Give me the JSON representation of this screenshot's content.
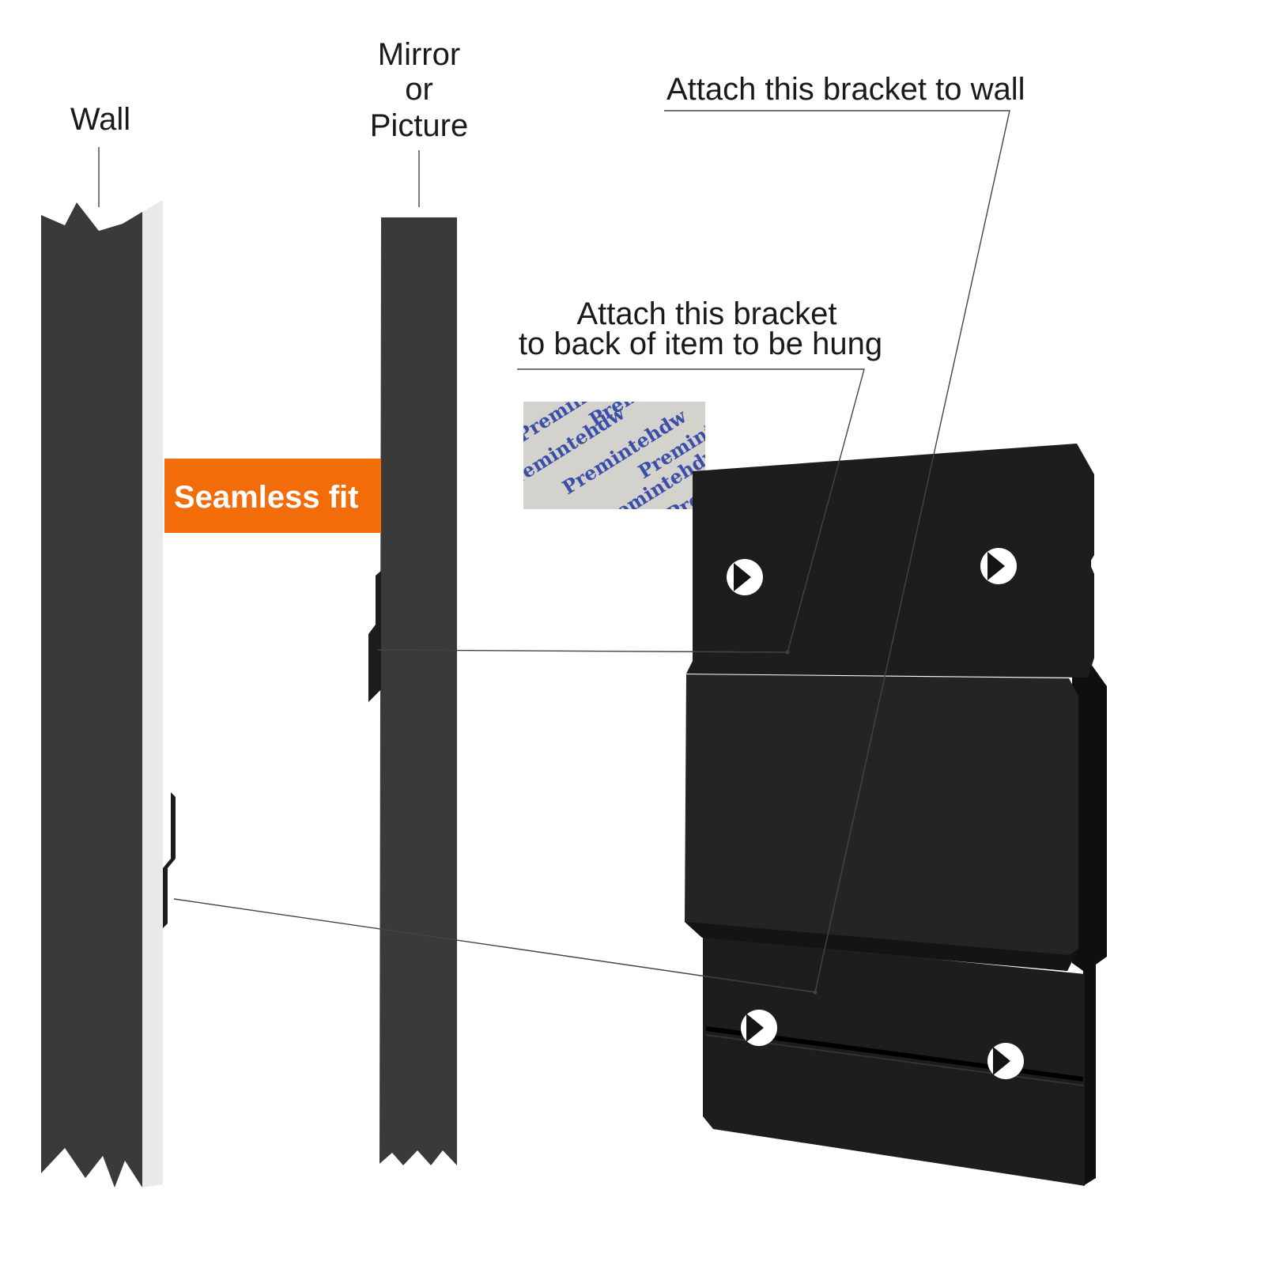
{
  "labels": {
    "wall": "Wall",
    "mirror_line1": "Mirror",
    "mirror_line2": "or",
    "mirror_line3": "Picture",
    "attach_wall": "Attach this bracket to wall",
    "attach_back_line1": "Attach this bracket",
    "attach_back_line2": "to back of item to be hung",
    "seamless": "Seamless fit"
  },
  "adhesive_tape": {
    "brand_text": "Premintehdw"
  },
  "colors": {
    "panel": "#3a3a3a",
    "bracket": "#1c1c1c",
    "accent_orange": "#f26d0a",
    "tape_background": "#d4d2cd",
    "tape_text": "#3b4fa8",
    "wall_edge": "#e9e9e9"
  }
}
